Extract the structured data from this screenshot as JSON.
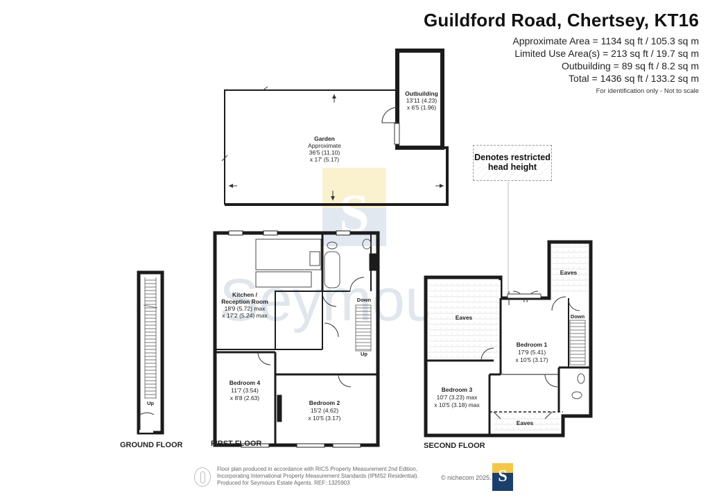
{
  "header": {
    "title": "Guildford Road, Chertsey, KT16",
    "areas": [
      "Approximate Area = 1134 sq ft / 105.3 sq m",
      "Limited Use Area(s) = 213 sq ft / 19.7 sq m",
      "Outbuilding = 89 sq ft / 8.2 sq m",
      "Total = 1436 sq ft / 133.2 sq m"
    ],
    "note": "For identification only - Not to scale"
  },
  "legend": {
    "restricted_line1": "Denotes restricted",
    "restricted_line2": "head height"
  },
  "watermark": {
    "text": "Seymours",
    "letter": "S"
  },
  "rooms": {
    "garden": {
      "name": "Garden",
      "l1": "Approximate",
      "l2": "36'5 (11.10)",
      "l3": "x 17' (5.17)"
    },
    "outbuilding": {
      "name": "Outbuilding",
      "l1": "13'11 (4.23)",
      "l2": "x 6'5 (1.96)"
    },
    "kitchen": {
      "name1": "Kitchen /",
      "name2": "Reception Room",
      "l1": "18'9 (5.72) max",
      "l2": "x 17'2 (5.24) max"
    },
    "bedroom4": {
      "name": "Bedroom 4",
      "l1": "11'7 (3.54)",
      "l2": "x 8'8 (2.63)"
    },
    "bedroom2": {
      "name": "Bedroom 2",
      "l1": "15'2 (4.62)",
      "l2": "x 10'5 (3.17)"
    },
    "bedroom1": {
      "name": "Bedroom 1",
      "l1": "17'9 (5.41)",
      "l2": "x 10'5 (3.17)"
    },
    "bedroom3": {
      "name": "Bedroom 3",
      "l1": "10'7 (3.23) max",
      "l2": "x 10'5 (3.18) max"
    }
  },
  "labels": {
    "eaves": "Eaves",
    "down": "Down",
    "up": "Up"
  },
  "floors": {
    "ground": "GROUND FLOOR",
    "first": "FIRST FLOOR",
    "second": "SECOND FLOOR"
  },
  "footer": {
    "line1": "Floor plan produced in accordance with RICS Property Measurement 2nd Edition,",
    "line2": "Incorporating International Property Measurement Standards (IPMS2 Residential).",
    "line3": "Produced for Seymours Estate Agents.   REF: 1325903",
    "credit": "© nichecom 2025.",
    "brand_letter": "S"
  }
}
